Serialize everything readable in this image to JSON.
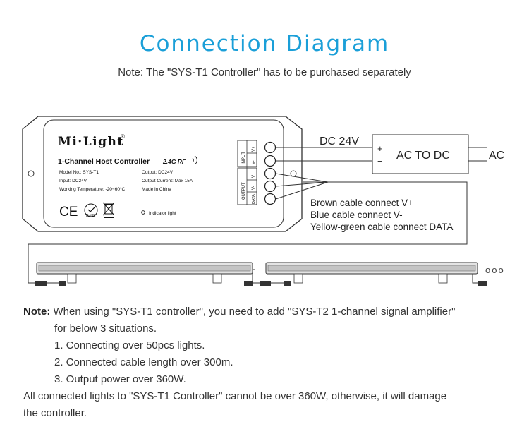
{
  "header": {
    "title": "Connection Diagram",
    "subtitle": "Note: The \"SYS-T1 Controller\" has to be purchased separately"
  },
  "controller": {
    "brand": "Mi·Light",
    "registered": "®",
    "product_name": "1-Channel Host Controller",
    "rf_label": "2.4G RF",
    "model": "Model No.: SYS-T1",
    "output_voltage": "Output: DC24V",
    "input": "Input: DC24V",
    "output_current": "Output Current: Max 15A",
    "working_temp": "Working Temperature: -20~60°C",
    "made_in": "Made in China",
    "indicator": "Indicator light",
    "cert_ce": "CE",
    "cert_rohs": "RoHS",
    "terminal_input_label": "INPUT",
    "terminal_output_label": "OUTPUT",
    "terminals": [
      "V+",
      "V-",
      "V+",
      "V-",
      "DATA"
    ]
  },
  "power": {
    "dc_label": "DC 24V",
    "plus": "+",
    "minus": "−",
    "converter": "AC TO DC",
    "ac_label": "AC"
  },
  "cables": {
    "brown": "Brown cable connect V+",
    "blue": "Blue cable connect V-",
    "yellow_green": "Yellow-green cable connect DATA"
  },
  "continuation": "ooo",
  "notes": {
    "label": "Note:",
    "line1": " When using \"SYS-T1 controller\", you need to add \"SYS-T2 1-channel signal amplifier\"",
    "line2": "for below 3 situations.",
    "item1": "1. Connecting over 50pcs lights.",
    "item2": "2. Connected cable length over 300m.",
    "item3": "3. Output power over 360W.",
    "line3": "All connected lights to \"SYS-T1 Controller\" cannot be over 360W, otherwise, it will damage",
    "line4": "the controller."
  },
  "colors": {
    "title": "#1a9fd8",
    "line": "#333333",
    "bar": "#cfcfcf"
  }
}
